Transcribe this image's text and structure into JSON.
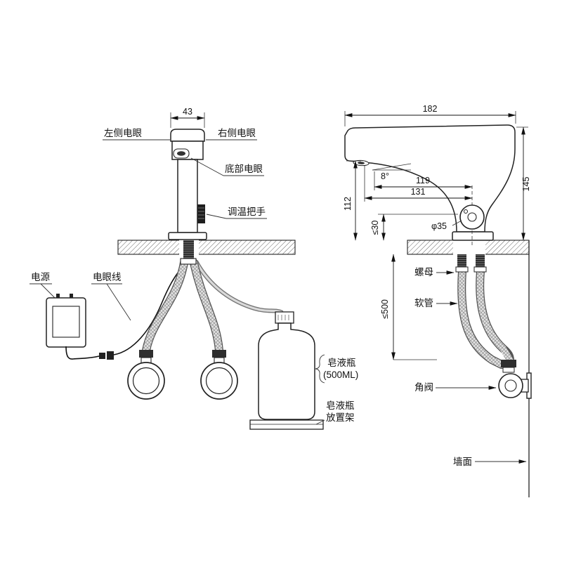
{
  "front_view": {
    "dim_43": "43",
    "left_sensor": "左侧电眼",
    "right_sensor": "右侧电眼",
    "bottom_sensor": "底部电眼",
    "temp_handle": "调温把手",
    "power": "电源",
    "sensor_wire": "电眼线",
    "soap_bottle_line1": "皂液瓶",
    "soap_bottle_line2": "(500ML)",
    "rack_line1": "皂液瓶",
    "rack_line2": "放置架"
  },
  "side_view": {
    "dim_182": "182",
    "dim_8deg": "8°",
    "dim_119": "119",
    "dim_131": "131",
    "dim_145": "145",
    "dim_112": "112",
    "dim_le30": "≤30",
    "dim_phi35": "φ35",
    "nut": "螺母",
    "hose": "软管",
    "dim_le500": "≤500",
    "angle_valve": "角阀",
    "wall": "墙面"
  }
}
